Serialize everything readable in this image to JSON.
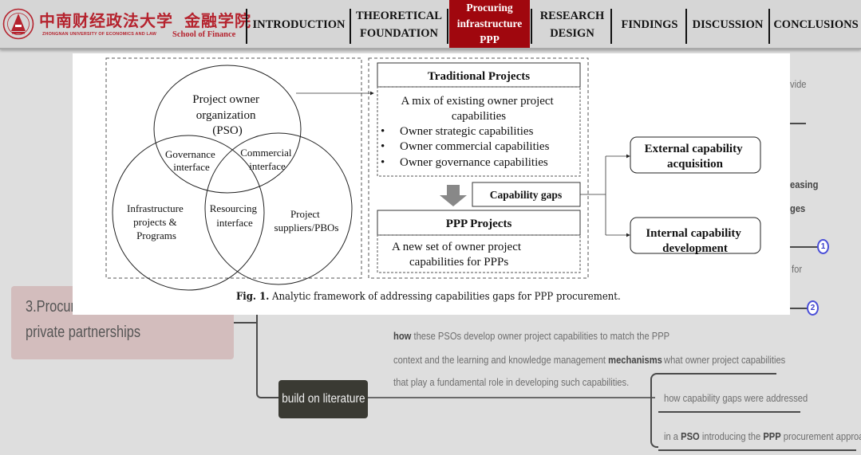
{
  "header": {
    "logo": {
      "university_cn": "中南财经政法大学",
      "school_cn": "金融学院",
      "university_en": "ZHONGNAN UNIVERSITY OF ECONOMICS AND LAW",
      "school_en": "School of Finance"
    },
    "nav": [
      {
        "line1": "INTRODUCTION",
        "line2": "",
        "line3": "",
        "active": false
      },
      {
        "line1": "THEORETICAL",
        "line2": "FOUNDATION",
        "line3": "",
        "active": false
      },
      {
        "line1": "Procuring",
        "line2": "infrastructure",
        "line3": "PPP",
        "active": true
      },
      {
        "line1": "RESEARCH",
        "line2": "DESIGN",
        "line3": "",
        "active": false
      },
      {
        "line1": "FINDINGS",
        "line2": "",
        "line3": "",
        "active": false
      },
      {
        "line1": "DISCUSSION",
        "line2": "",
        "line3": "",
        "active": false
      },
      {
        "line1": "CONCLUSIONS",
        "line2": "",
        "line3": "",
        "active": false
      }
    ],
    "active_color": "#a0070e"
  },
  "figure": {
    "venn": {
      "top_circle": [
        "Project owner",
        "organization",
        "(PSO)"
      ],
      "left_circle": [
        "Infrastructure",
        "projects  &",
        "Programs"
      ],
      "right_circle": [
        "Project",
        "suppliers/PBOs"
      ],
      "governance": [
        "Governance",
        "interface"
      ],
      "commercial": [
        "Commercial",
        "interface"
      ],
      "resourcing": [
        "Resourcing",
        "interface"
      ]
    },
    "traditional": {
      "title": "Traditional Projects",
      "intro": [
        "A mix of existing owner project",
        "capabilities"
      ],
      "bullets": [
        "Owner strategic capabilities",
        "Owner commercial capabilities",
        "Owner governance capabilities"
      ]
    },
    "gaps": "Capability  gaps",
    "ppp": {
      "title": "PPP Projects",
      "desc": [
        "A new set of owner project",
        "capabilities for PPPs"
      ]
    },
    "external": [
      "External capability",
      "acquisition"
    ],
    "internal": [
      "Internal capability",
      "development"
    ],
    "caption_label": "Fig. 1.",
    "caption_text": "Analytic framework of addressing capabilities gaps for PPP procurement."
  },
  "mindmap": {
    "main_node": "3.Procuring infrastructure public-private partnerships",
    "partial_right": {
      "t1": "vide",
      "t2": "easing",
      "t3": "ges",
      "t4": "for"
    },
    "badges": [
      "1",
      "2"
    ],
    "paragraph": {
      "l1_bold": "how",
      "l1_rest": " these PSOs develop owner project capabilities to match the PPP",
      "l2_rest": "context and the learning and knowledge management ",
      "l2_bold": "mechanisms",
      "l3": "that play a fundamental role in developing such capabilities."
    },
    "build_node": "build on literature",
    "sub_items": {
      "s1": "what owner project capabilities",
      "s2": "how capability gaps were addressed",
      "s3_a": "in a ",
      "s3_b": "PSO",
      "s3_c": " introducing the ",
      "s3_d": "PPP",
      "s3_e": " procurement approach"
    }
  }
}
